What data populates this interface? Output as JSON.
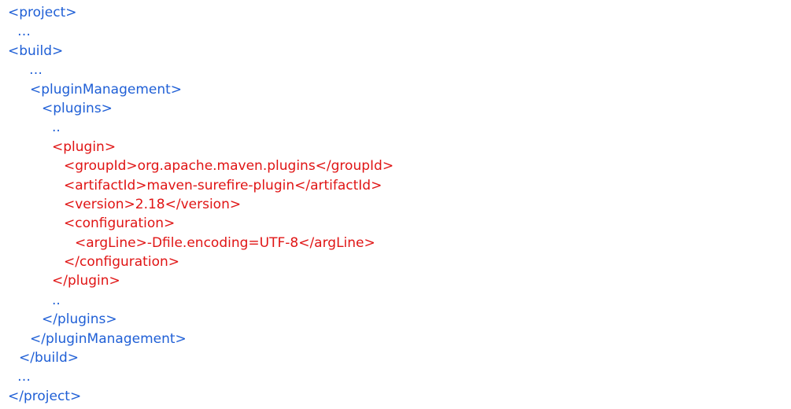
{
  "colors": {
    "blue": "#1f5fd6",
    "red": "#e01414"
  },
  "lines": [
    {
      "text": "<project>",
      "color": "blue",
      "indent": 10
    },
    {
      "text": "…",
      "color": "blue",
      "indent": 22
    },
    {
      "text": "<build>",
      "color": "blue",
      "indent": 10
    },
    {
      "text": "…",
      "color": "blue",
      "indent": 37
    },
    {
      "text": "<pluginManagement>",
      "color": "blue",
      "indent": 38
    },
    {
      "text": "<plugins>",
      "color": "blue",
      "indent": 53
    },
    {
      "text": "..",
      "color": "blue",
      "indent": 66
    },
    {
      "text": "<plugin>",
      "color": "red",
      "indent": 66
    },
    {
      "text": "<groupId>org.apache.maven.plugins</groupId>",
      "color": "red",
      "indent": 81
    },
    {
      "text": "<artifactId>maven-surefire-plugin</artifactId>",
      "color": "red",
      "indent": 81
    },
    {
      "text": "<version>2.18</version>",
      "color": "red",
      "indent": 81
    },
    {
      "text": "<configuration>",
      "color": "red",
      "indent": 81
    },
    {
      "text": "<argLine>-Dfile.encoding=UTF-8</argLine>",
      "color": "red",
      "indent": 95
    },
    {
      "text": "</configuration>",
      "color": "red",
      "indent": 81
    },
    {
      "text": "</plugin>",
      "color": "red",
      "indent": 66
    },
    {
      "text": "..",
      "color": "blue",
      "indent": 66
    },
    {
      "text": "</plugins>",
      "color": "blue",
      "indent": 53
    },
    {
      "text": "</pluginManagement>",
      "color": "blue",
      "indent": 38
    },
    {
      "text": "</build>",
      "color": "blue",
      "indent": 24
    },
    {
      "text": "…",
      "color": "blue",
      "indent": 22
    },
    {
      "text": "</project>",
      "color": "blue",
      "indent": 10
    }
  ]
}
